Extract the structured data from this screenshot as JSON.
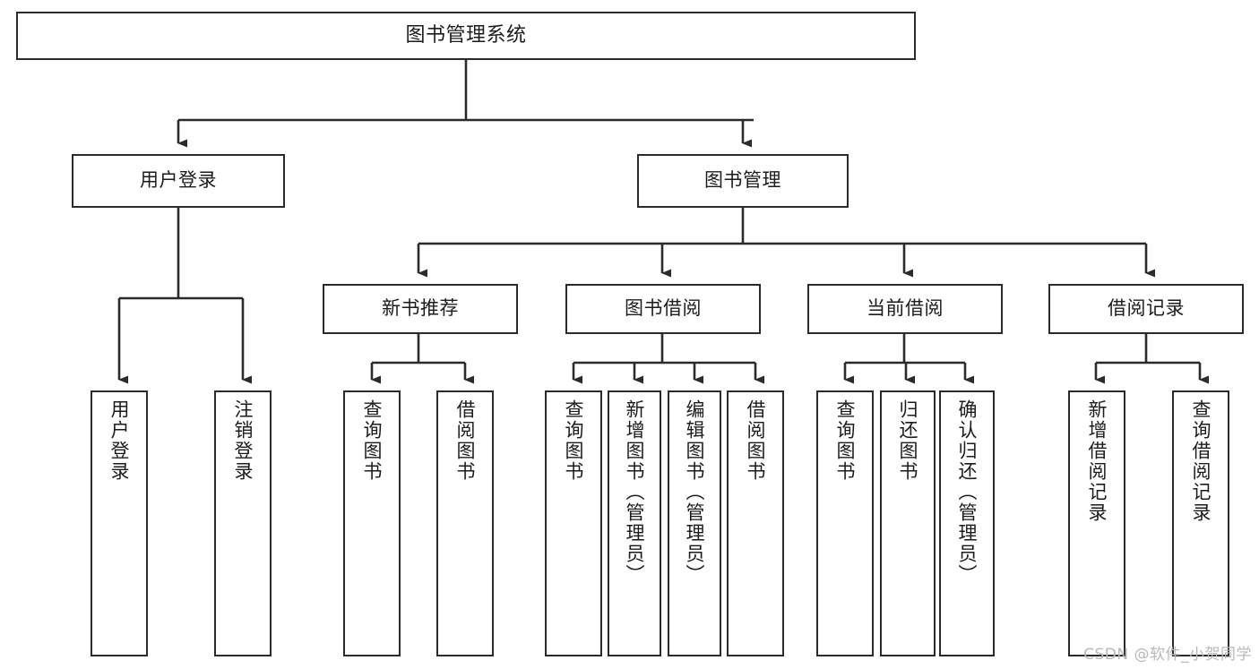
{
  "diagram": {
    "title": "图书管理系统",
    "type": "tree",
    "orientation": "top-down",
    "colors": {
      "box_border": "#2b2b2b",
      "box_fill": "#ffffff",
      "edge": "#2b2b2b",
      "text": "#1c1c1c",
      "watermark": "#b9b9b9"
    },
    "nodes": {
      "root": {
        "label": "图书管理系统",
        "level": 1,
        "text_direction": "horizontal"
      },
      "user_login": {
        "label": "用户登录",
        "level": 2,
        "text_direction": "horizontal"
      },
      "book_manage": {
        "label": "图书管理",
        "level": 2,
        "text_direction": "horizontal"
      },
      "new_book_rec": {
        "label": "新书推荐",
        "level": 3,
        "text_direction": "horizontal"
      },
      "book_borrow": {
        "label": "图书借阅",
        "level": 3,
        "text_direction": "horizontal"
      },
      "current_borrow": {
        "label": "当前借阅",
        "level": 3,
        "text_direction": "horizontal"
      },
      "borrow_record": {
        "label": "借阅记录",
        "level": 3,
        "text_direction": "horizontal"
      },
      "leaf_user_login": {
        "label": "用户登录",
        "level": 4,
        "text_direction": "vertical"
      },
      "leaf_logout": {
        "label": "注销登录",
        "level": 4,
        "text_direction": "vertical"
      },
      "leaf_query_book_1": {
        "label": "查询图书",
        "level": 4,
        "text_direction": "vertical"
      },
      "leaf_borrow_book_1": {
        "label": "借阅图书",
        "level": 4,
        "text_direction": "vertical"
      },
      "leaf_query_book_2": {
        "label": "查询图书",
        "level": 4,
        "text_direction": "vertical"
      },
      "leaf_add_book": {
        "label": "新增图书（管理员）",
        "level": 4,
        "text_direction": "vertical"
      },
      "leaf_edit_book": {
        "label": "编辑图书（管理员）",
        "level": 4,
        "text_direction": "vertical"
      },
      "leaf_borrow_book_2": {
        "label": "借阅图书",
        "level": 4,
        "text_direction": "vertical"
      },
      "leaf_query_book_3": {
        "label": "查询图书",
        "level": 4,
        "text_direction": "vertical"
      },
      "leaf_return_book": {
        "label": "归还图书",
        "level": 4,
        "text_direction": "vertical"
      },
      "leaf_confirm_return": {
        "label": "确认归还（管理员）",
        "level": 4,
        "text_direction": "vertical"
      },
      "leaf_add_record": {
        "label": "新增借阅记录",
        "level": 4,
        "text_direction": "vertical"
      },
      "leaf_query_record": {
        "label": "查询借阅记录",
        "level": 4,
        "text_direction": "vertical"
      }
    },
    "edges": [
      {
        "from": "root",
        "to": "user_login"
      },
      {
        "from": "root",
        "to": "book_manage"
      },
      {
        "from": "user_login",
        "to": "leaf_user_login"
      },
      {
        "from": "user_login",
        "to": "leaf_logout"
      },
      {
        "from": "book_manage",
        "to": "new_book_rec"
      },
      {
        "from": "book_manage",
        "to": "book_borrow"
      },
      {
        "from": "book_manage",
        "to": "current_borrow"
      },
      {
        "from": "book_manage",
        "to": "borrow_record"
      },
      {
        "from": "new_book_rec",
        "to": "leaf_query_book_1"
      },
      {
        "from": "new_book_rec",
        "to": "leaf_borrow_book_1"
      },
      {
        "from": "book_borrow",
        "to": "leaf_query_book_2"
      },
      {
        "from": "book_borrow",
        "to": "leaf_add_book"
      },
      {
        "from": "book_borrow",
        "to": "leaf_edit_book"
      },
      {
        "from": "book_borrow",
        "to": "leaf_borrow_book_2"
      },
      {
        "from": "current_borrow",
        "to": "leaf_query_book_3"
      },
      {
        "from": "current_borrow",
        "to": "leaf_return_book"
      },
      {
        "from": "current_borrow",
        "to": "leaf_confirm_return"
      },
      {
        "from": "borrow_record",
        "to": "leaf_add_record"
      },
      {
        "from": "borrow_record",
        "to": "leaf_query_record"
      }
    ]
  },
  "watermark": {
    "text": "CSDN @软件_小贺同学"
  }
}
